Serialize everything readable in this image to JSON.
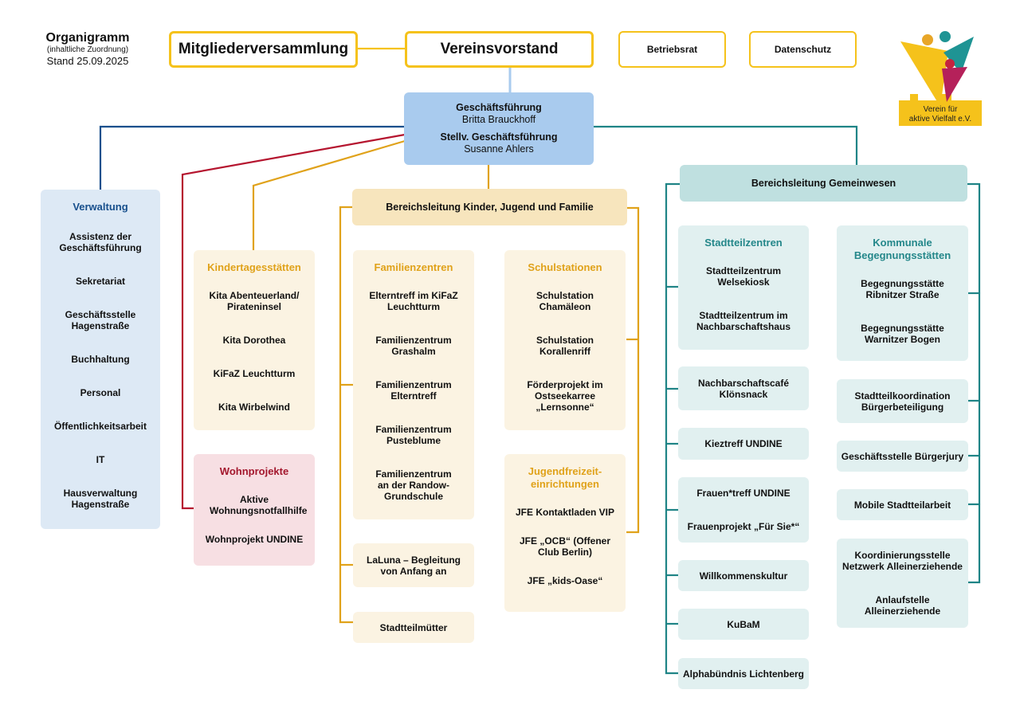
{
  "header": {
    "title": "Organigramm",
    "subtitle": "(inhaltliche Zuordnung)",
    "date": "Stand 25.09.2025"
  },
  "top": {
    "mitglieder": "Mitgliederversammlung",
    "vorstand": "Vereinsvorstand",
    "betriebsrat": "Betriebsrat",
    "datenschutz": "Datenschutz"
  },
  "logo": {
    "line1": "Verein für",
    "line2": "aktive Vielfalt e.V.",
    "colors": {
      "yellow": "#f5c21b",
      "teal": "#1f9494",
      "magenta": "#b5215a",
      "orange": "#e8a628",
      "red": "#c4233f"
    }
  },
  "gf": {
    "role1": "Geschäftsführung",
    "name1": "Britta Brauckhoff",
    "role2": "Stellv. Geschäftsführung",
    "name2": "Susanne Ahlers"
  },
  "verwaltung": {
    "title": "Verwaltung",
    "items": [
      "Assistenz der Geschäftsführung",
      "Sekretariat",
      "Geschäftsstelle Hagenstraße",
      "Buchhaltung",
      "Personal",
      "Öffentlichkeitsarbeit",
      "IT",
      "Hausverwaltung Hagenstraße"
    ]
  },
  "kitas": {
    "title": "Kindertagesstätten",
    "items": [
      "Kita Abenteuerland/ Pirateninsel",
      "Kita Dorothea",
      "KiFaZ Leuchtturm",
      "Kita Wirbelwind"
    ]
  },
  "wohn": {
    "title": "Wohnprojekte",
    "items": [
      "Aktive Wohnungsnotfallhilfe",
      "Wohnprojekt UNDINE"
    ]
  },
  "kjf": {
    "title": "Bereichsleitung Kinder, Jugend und Familie",
    "familienzentren": {
      "title": "Familienzentren",
      "items": [
        "Elterntreff im KiFaZ Leuchtturm",
        "Familienzentrum Grashalm",
        "Familienzentrum Elterntreff",
        "Familienzentrum Pusteblume",
        "Familienzentrum an der Randow-Grundschule"
      ]
    },
    "schulstationen": {
      "title": "Schulstationen",
      "items": [
        "Schulstation Chamäleon",
        "Schulstation Korallenriff",
        "Förderprojekt im Ostseekarree „Lernsonne“"
      ]
    },
    "jfe": {
      "title": "Jugendfreizeit-einrichtungen",
      "items": [
        "JFE Kontaktladen VIP",
        "JFE „OCB“ (Offener Club Berlin)",
        "JFE „kids-Oase“"
      ]
    },
    "laluna": "LaLuna – Begleitung von Anfang an",
    "muetter": "Stadtteilmütter"
  },
  "gw": {
    "title": "Bereichsleitung Gemeinwesen",
    "stadtteilzentren": {
      "title": "Stadtteilzentren",
      "items": [
        "Stadtteilzentrum Welsekiosk",
        "Stadtteilzentrum im Nachbarschaftshaus"
      ]
    },
    "begegnung": {
      "title": "Kommunale Begegnungsstätten",
      "items": [
        "Begegnungsstätte Ribnitzer Straße",
        "Begegnungsstätte Warnitzer Bogen"
      ]
    },
    "left": {
      "cafe": "Nachbarschaftscafé Klönsnack",
      "kieztreff": "Kieztreff UNDINE",
      "frauentreff": "Frauen*treff UNDINE",
      "frauenprojekt": "Frauenprojekt „Für Sie*“",
      "willkommen": "Willkommenskultur",
      "kubam": "KuBaM",
      "alpha": "Alphabündnis Lichtenberg"
    },
    "right": {
      "koord": "Stadtteilkoordination Bürgerbeteiligung",
      "jury": "Geschäftsstelle Bürgerjury",
      "mobile": "Mobile Stadtteilarbeit",
      "netzwerk": "Koordinierungsstelle Netzwerk Alleinerziehende",
      "anlauf": "Anlaufstelle Alleinerziehende"
    }
  }
}
